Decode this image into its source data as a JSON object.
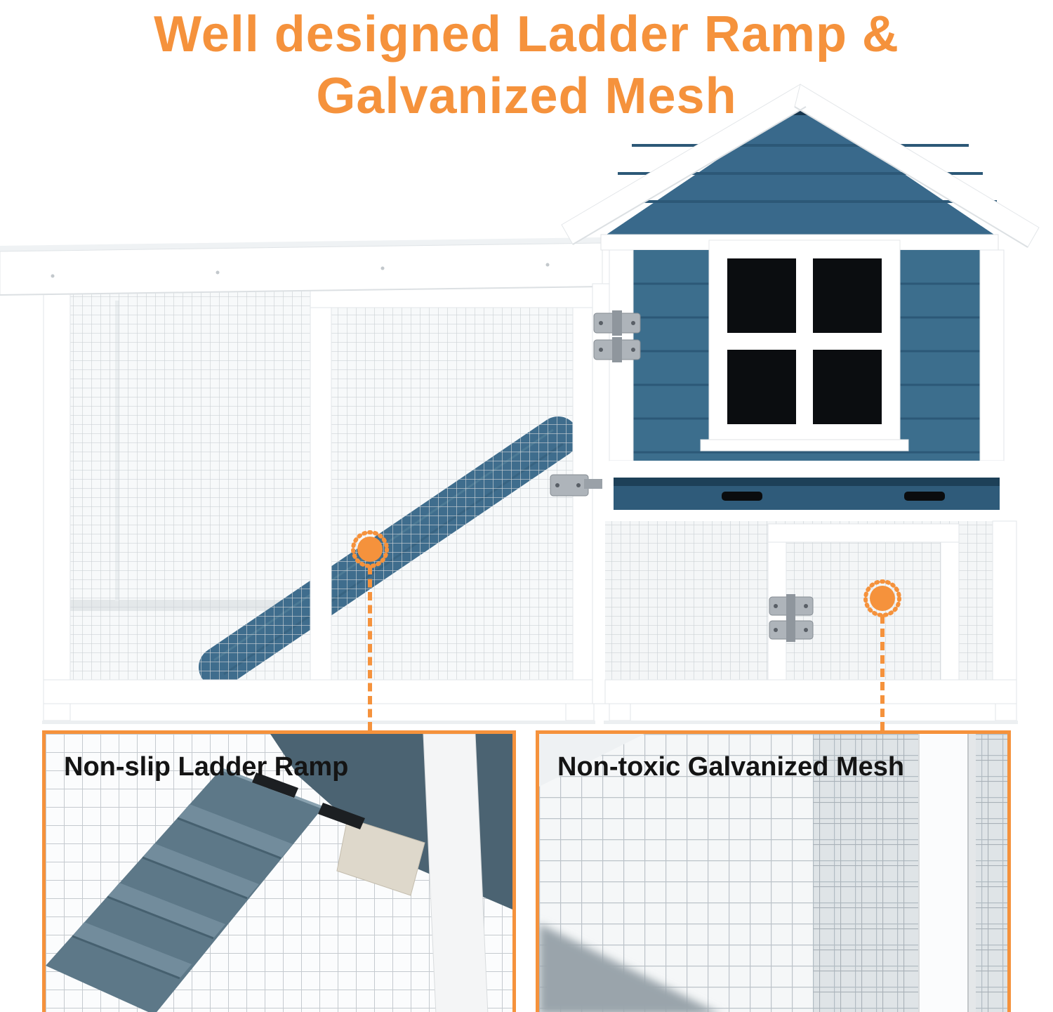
{
  "title": {
    "line1": "Well designed Ladder Ramp &",
    "line2": "Galvanized Mesh"
  },
  "callouts": [
    {
      "id": "ladder-ramp",
      "label": "Non-slip Ladder Ramp"
    },
    {
      "id": "galvanized-mesh",
      "label": "Non-toxic Galvanized Mesh"
    }
  ],
  "colors": {
    "accent_orange": "#F5923C",
    "coop_siding_blue": "#3C6E8D",
    "gable_blue": "#39698B",
    "tray_blue": "#2F5B7A",
    "tray_lip_navy": "#1D4058",
    "ramp_blue": "#3F6D8D",
    "mesh_line_gray": "#CDD2D6",
    "frame_white": "#FFFFFF",
    "window_pane_black": "#0B0D10",
    "label_black": "#141414"
  }
}
